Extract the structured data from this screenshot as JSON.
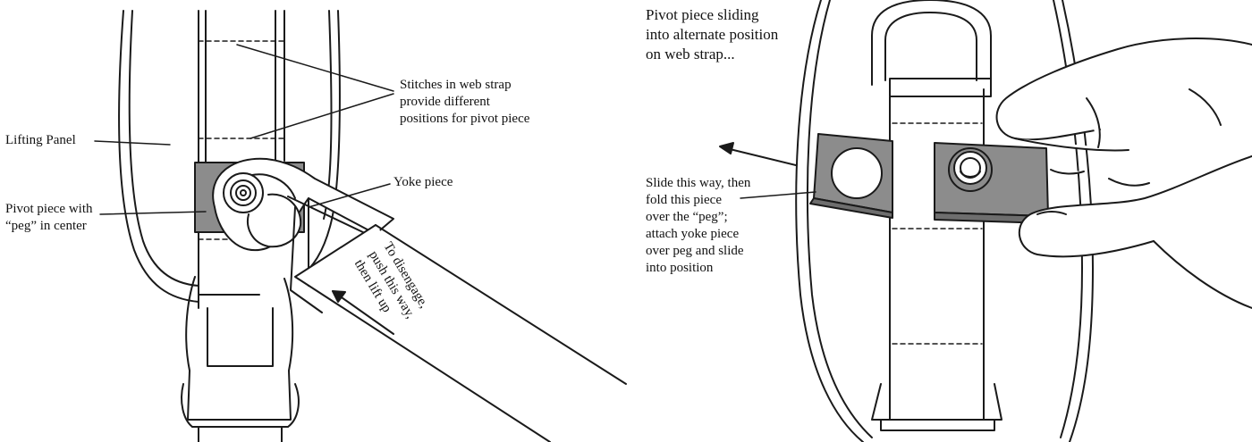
{
  "left_panel": {
    "stitches_label": [
      "Stitches in web strap",
      "provide different",
      "positions for pivot piece"
    ],
    "lifting_panel_label": "Lifting Panel",
    "yoke_label": "Yoke piece",
    "pivot_label": [
      "Pivot piece with",
      "“peg” in center"
    ],
    "disengage_label": [
      "To disengage,",
      "push this way,",
      "then lift up"
    ]
  },
  "right_panel": {
    "sliding_label": [
      "Pivot piece sliding",
      "into alternate position",
      "on web strap..."
    ],
    "slide_label": [
      "Slide this way, then",
      "fold this piece",
      "over the “peg”;",
      "attach yoke piece",
      "over peg and slide",
      "into position"
    ]
  },
  "colors": {
    "line": "#1a1a1a",
    "metal": "#8c8c8c",
    "metal_dark": "#6e6e6e",
    "paper": "#ffffff"
  }
}
